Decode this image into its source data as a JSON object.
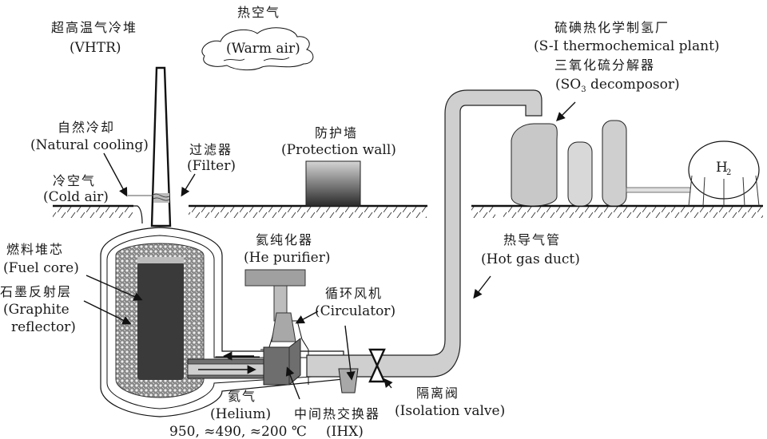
{
  "labels": {
    "vhtr": {
      "cn": "超高温气冷堆",
      "en": "(VHTR)"
    },
    "warm_air": {
      "cn": "热空气",
      "en": "(Warm air)"
    },
    "natural_cooling": {
      "cn": "自然冷却",
      "en": "(Natural cooling)"
    },
    "filter": {
      "cn": "过滤器",
      "en": "(Filter)"
    },
    "cold_air": {
      "cn": "冷空气",
      "en": "(Cold air)"
    },
    "protection_wall": {
      "cn": "防护墙",
      "en": "(Protection wall)"
    },
    "si_plant": {
      "cn": "硫碘热化学制氢厂",
      "en": "(S-I thermochemical plant)"
    },
    "so3_decomposer": {
      "cn": "三氧化硫分解器",
      "en_prefix": "(SO",
      "en_sub": "3",
      "en_suffix": " decomposor)"
    },
    "h2_tank": {
      "main": "H",
      "sub": "2"
    },
    "fuel_core": {
      "cn": "燃料堆芯",
      "en": "(Fuel core)"
    },
    "graphite_reflector": {
      "cn": "石墨反射层",
      "en1": "(Graphite",
      "en2": "reflector)"
    },
    "he_purifier": {
      "cn": "氦纯化器",
      "en": "(He purifier)"
    },
    "circulator": {
      "cn": "循环风机",
      "en": "(Circulator)"
    },
    "hot_gas_duct": {
      "cn": "热导气管",
      "en": "(Hot gas duct)"
    },
    "helium": {
      "cn": "氦气",
      "en": "(Helium)",
      "temps": "950, ≈490, ≈200 ℃"
    },
    "ihx": {
      "cn": "中间热交换器",
      "en": "(IHX)"
    },
    "isolation_valve": {
      "cn": "隔离阀",
      "en": "(Isolation valve)"
    }
  },
  "colors": {
    "fuel_core": "#3a3a3a",
    "ihx": "#6e6e6e",
    "pipe": "#cfcfcf",
    "vessel_fill": "#d8d8d8"
  }
}
